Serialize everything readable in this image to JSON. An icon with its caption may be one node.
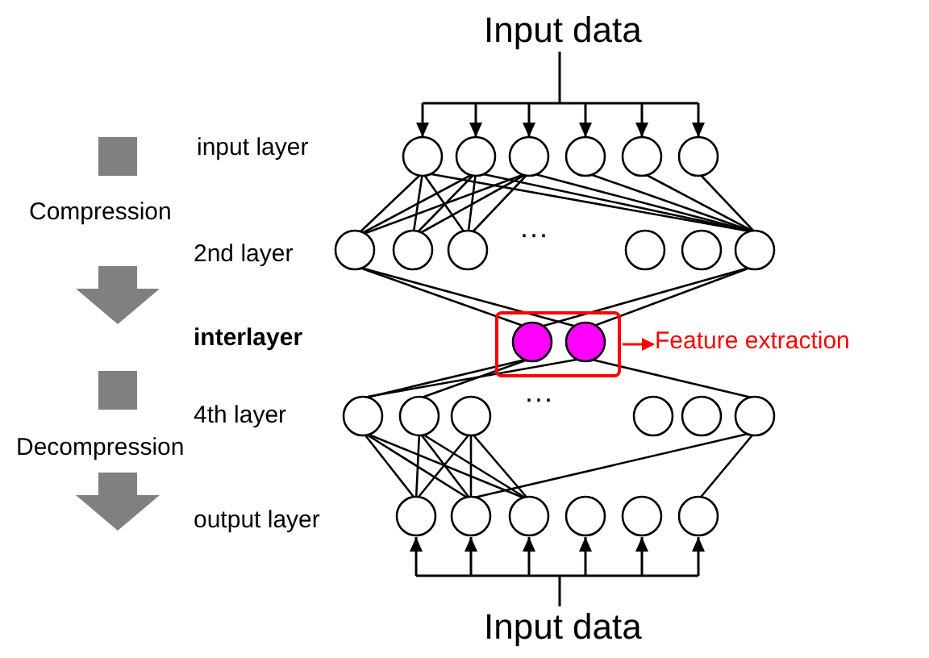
{
  "diagram": {
    "nodes": [
      {
        "text": [
          "Input data"
        ]
      },
      {
        "text": [],
        "shape": "picture"
      },
      {
        "text": [],
        "shape": "box",
        "in": 1
      },
      {
        "text": [
          "Feature extraction"
        ]
      },
      {
        "text": [
          "Input data"
        ]
      }
    ],
    "edges": [
      {
        "from": 0,
        "to": 1,
        "arrow": "to"
      },
      {
        "from": 4,
        "to": 1,
        "arrow": "to"
      },
      {
        "from": 2,
        "to": 3,
        "arrow": "to",
        "color": "#ff0000"
      }
    ],
    "labels": [
      "input layer",
      "Compression",
      "2nd layer",
      "···",
      "interlayer",
      "4th layer",
      "Decompression",
      "···",
      "output layer"
    ]
  }
}
